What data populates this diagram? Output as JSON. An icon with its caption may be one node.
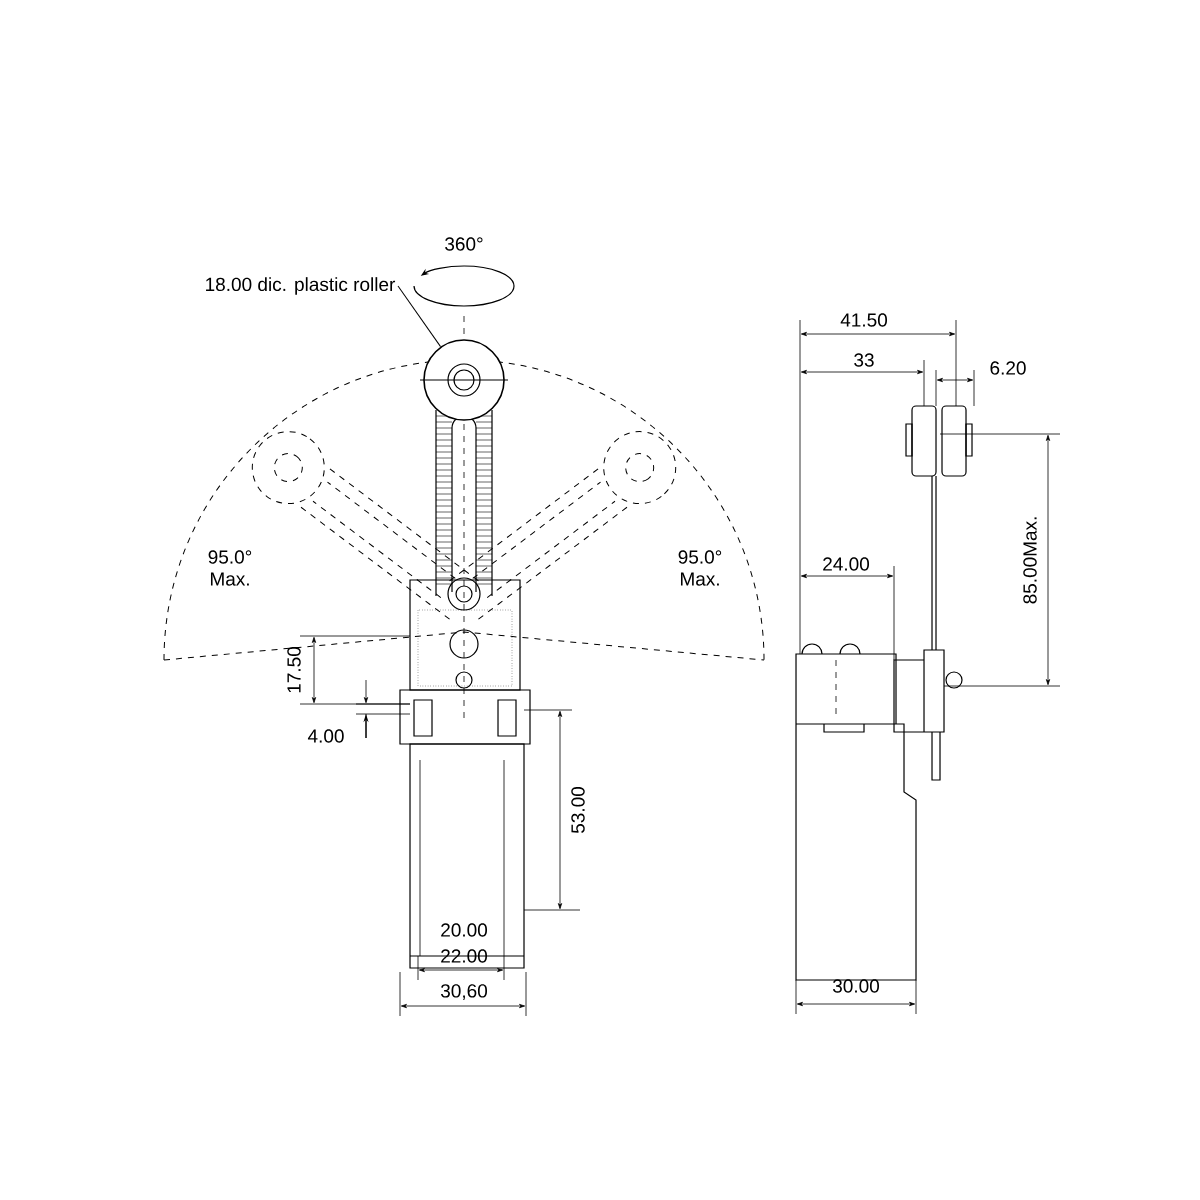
{
  "diagram": {
    "nodes": [
      {
        "text": [
          "18.00 dic. plastic roller"
        ]
      },
      {
        "text": [],
        "shape": "circle"
      }
    ],
    "edges": [
      {
        "from": 0,
        "to": 1,
        "arrow": "none"
      }
    ],
    "labels": [
      "360°",
      "41.50",
      "33",
      "6.20",
      "24.00",
      "95.0° Max.",
      "95.0° Max.",
      "85.00Max.",
      "17.50",
      "4.00",
      "53.00",
      "20.00",
      "22.00",
      "30,60",
      "30.00"
    ]
  }
}
